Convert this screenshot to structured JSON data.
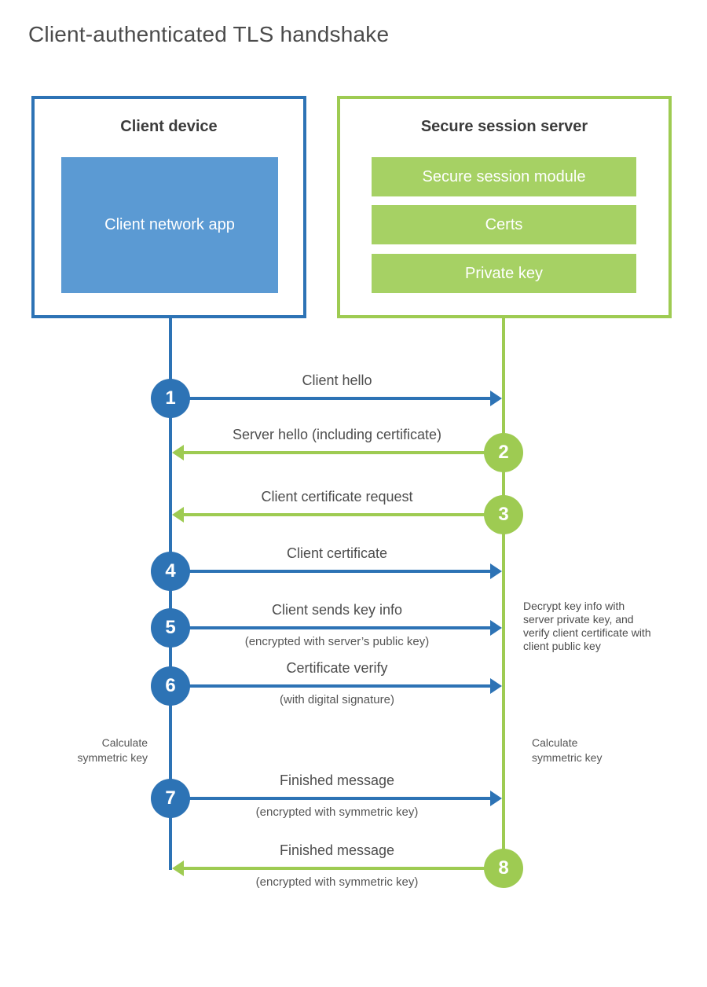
{
  "title": "Client-authenticated TLS handshake",
  "colors": {
    "client_blue": "#2d73b5",
    "client_fill_blue": "#5b9ad3",
    "server_green": "#9ecb52",
    "server_fill_green": "#a6d164",
    "text_dark": "#3c3c3c",
    "text_label": "#4d4d4d"
  },
  "client_box": {
    "title": "Client device",
    "module": "Client network app"
  },
  "server_box": {
    "title": "Secure session server",
    "modules": [
      "Secure session module",
      "Certs",
      "Private key"
    ]
  },
  "steps": [
    {
      "num": "1",
      "label": "Client hello",
      "sub": "",
      "from": "client",
      "to": "server",
      "direction": "right"
    },
    {
      "num": "2",
      "label": "Server hello (including certificate)",
      "sub": "",
      "from": "server",
      "to": "client",
      "direction": "left"
    },
    {
      "num": "3",
      "label": "Client certificate request",
      "sub": "",
      "from": "server",
      "to": "client",
      "direction": "left"
    },
    {
      "num": "4",
      "label": "Client certificate",
      "sub": "",
      "from": "client",
      "to": "server",
      "direction": "right"
    },
    {
      "num": "5",
      "label": "Client sends key info",
      "sub": "(encrypted with server’s public key)",
      "from": "client",
      "to": "server",
      "direction": "right"
    },
    {
      "num": "6",
      "label": "Certificate verify",
      "sub": "(with digital signature)",
      "from": "client",
      "to": "server",
      "direction": "right"
    },
    {
      "num": "7",
      "label": "Finished message",
      "sub": "(encrypted with symmetric key)",
      "from": "client",
      "to": "server",
      "direction": "right"
    },
    {
      "num": "8",
      "label": "Finished message",
      "sub": "(encrypted with symmetric key)",
      "from": "server",
      "to": "client",
      "direction": "left"
    }
  ],
  "notes": {
    "decrypt_note": "Decrypt key info with server private key, and verify client certificate with client public key",
    "calc_left": "Calculate symmetric key",
    "calc_right": "Calculate symmetric key"
  }
}
